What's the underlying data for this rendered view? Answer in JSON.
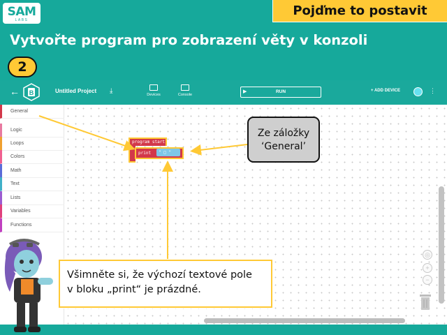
{
  "slide": {
    "logo_text": "SAM",
    "logo_subtext": "LABS",
    "banner": "Pojďme to postavit",
    "title": "Vytvořte program pro zobrazení věty v konzoli",
    "step": "2"
  },
  "app": {
    "project_name": "Untitled Project",
    "tools": {
      "devices": "Devices",
      "console": "Console"
    },
    "run_label": "RUN",
    "add_device": "+ ADD DEVICE",
    "categories": [
      {
        "label": "General",
        "color": "#d2384a"
      },
      {
        "label": "Logic",
        "color": "#e87aa0"
      },
      {
        "label": "Loops",
        "color": "#f0a030"
      },
      {
        "label": "Colors",
        "color": "#f06090"
      },
      {
        "label": "Math",
        "color": "#5b6cd8"
      },
      {
        "label": "Text",
        "color": "#40b0c8"
      },
      {
        "label": "Lists",
        "color": "#9c5cd0"
      },
      {
        "label": "Variables",
        "color": "#e0407c"
      },
      {
        "label": "Functions",
        "color": "#c040c0"
      }
    ],
    "blocks": {
      "start_label": "program start",
      "print_label": "print",
      "string_value": "\" □ \""
    },
    "zoom_buttons": [
      "◎",
      "+",
      "−"
    ]
  },
  "callouts": {
    "general": [
      "Ze záložky",
      "‘General’"
    ],
    "note": [
      "Všimněte si, že výchozí textové pole",
      "v bloku „print“ je prázdné."
    ]
  },
  "colors": {
    "teal": "#16a99b",
    "yellow": "#ffc935",
    "block_red": "#d2384a"
  }
}
